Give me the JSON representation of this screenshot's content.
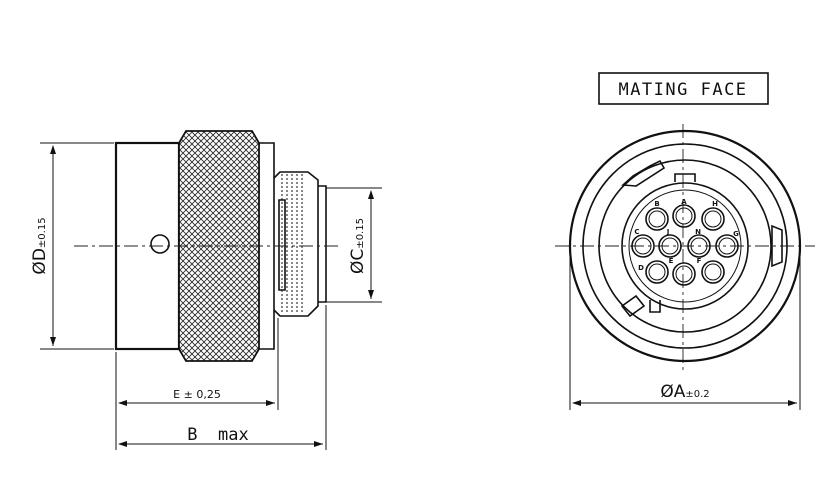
{
  "side_view": {
    "dim_d": {
      "symbol": "Ø",
      "letter": "D",
      "tol": "±0.15"
    },
    "dim_c": {
      "symbol": "Ø",
      "letter": "C",
      "tol": "±0.15"
    },
    "dim_e": "E ± 0,25",
    "dim_b": "B  max"
  },
  "front_view": {
    "title": "MATING FACE",
    "dim_a": {
      "symbol": "Ø",
      "letter": "A",
      "tol": "±0.2"
    },
    "pins": [
      "B",
      "A",
      "H",
      "C",
      "J",
      "N",
      "G",
      "D",
      "E",
      "F"
    ]
  }
}
